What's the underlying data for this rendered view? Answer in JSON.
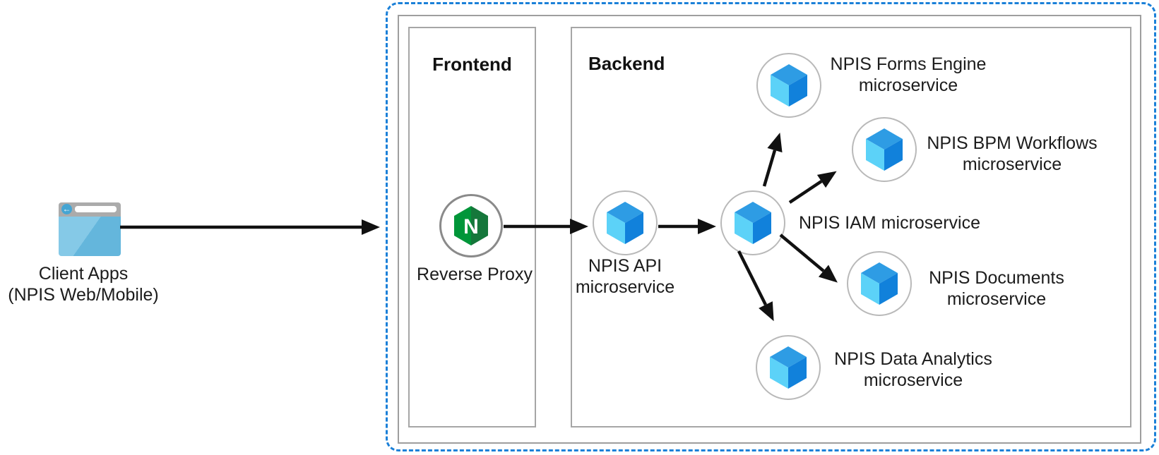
{
  "zones": {
    "frontend_label": "Frontend",
    "backend_label": "Backend"
  },
  "nodes": {
    "client": {
      "icon": "browser-icon",
      "line1": "Client Apps",
      "line2": "(NPIS Web/Mobile)"
    },
    "reverse_proxy": {
      "icon": "nginx-icon",
      "monogram": "N",
      "label": "Reverse Proxy"
    },
    "api": {
      "icon": "cube-icon",
      "line1": "NPIS API",
      "line2": "microservice"
    },
    "iam": {
      "icon": "cube-icon",
      "label": "NPIS IAM microservice"
    },
    "forms": {
      "icon": "cube-icon",
      "line1": "NPIS Forms Engine",
      "line2": "microservice"
    },
    "bpm": {
      "icon": "cube-icon",
      "line1": "NPIS BPM Workflows",
      "line2": "microservice"
    },
    "documents": {
      "icon": "cube-icon",
      "line1": "NPIS Documents",
      "line2": "microservice"
    },
    "analytics": {
      "icon": "cube-icon",
      "line1": "NPIS Data Analytics",
      "line2": "microservice"
    }
  },
  "edges": [
    {
      "from": "client",
      "to": "reverse_proxy"
    },
    {
      "from": "reverse_proxy",
      "to": "api"
    },
    {
      "from": "api",
      "to": "iam"
    },
    {
      "from": "iam",
      "to": "forms"
    },
    {
      "from": "iam",
      "to": "bpm"
    },
    {
      "from": "iam",
      "to": "documents"
    },
    {
      "from": "iam",
      "to": "analytics"
    }
  ],
  "colors": {
    "dashed_border_blue": "#1B80D8",
    "box_border_gray": "#9E9E9E",
    "arrow_black": "#111111",
    "cube_top": "#2E9CE4",
    "cube_left": "#5CD2F8",
    "cube_right": "#1181DB",
    "nginx_green": "#009639",
    "nginx_green_dark": "#15773B",
    "browser_blue": "#64B6DC",
    "browser_blue_light": "#85C9E7",
    "browser_bar_gray": "#ABABAB"
  }
}
